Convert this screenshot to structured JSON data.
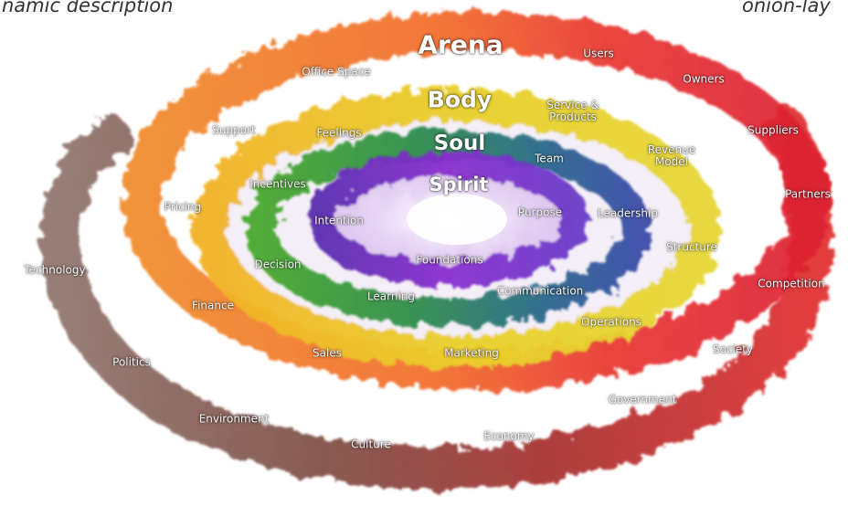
{
  "corners": {
    "left": "namic description",
    "right": "onion-lay"
  },
  "layers": {
    "arena": {
      "title": "Arena",
      "labels": [
        "Office Space",
        "Users",
        "Owners",
        "Suppliers",
        "Partners",
        "Competition",
        "Society",
        "Government",
        "Economy",
        "Culture",
        "Environment",
        "Politics",
        "Technology"
      ]
    },
    "body": {
      "title": "Body",
      "labels": [
        "Support",
        "Pricing",
        "Finance",
        "Sales",
        "Marketing",
        "Operations",
        "Structure",
        "Revenue Model",
        "Service & Products"
      ]
    },
    "soul": {
      "title": "Soul",
      "labels": [
        "Feelings",
        "Team",
        "Leadership",
        "Communication",
        "Learning",
        "Decision",
        "Incentives"
      ]
    },
    "spirit": {
      "title": "Spirit",
      "labels": [
        "Intention",
        "Purpose",
        "Foundations"
      ]
    }
  }
}
